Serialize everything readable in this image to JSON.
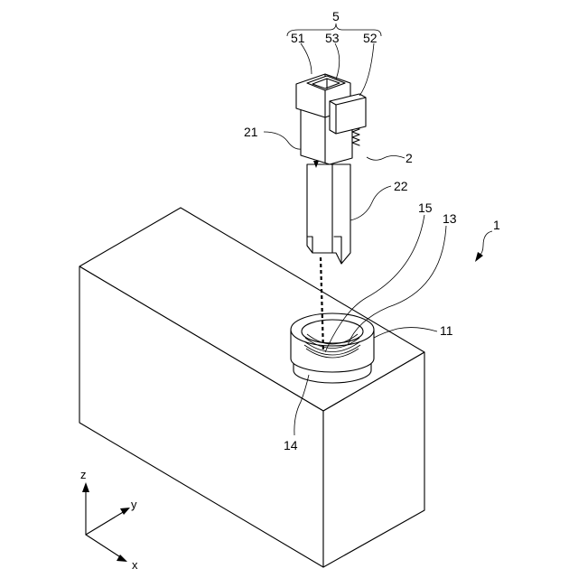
{
  "labels": {
    "ref_5": "5",
    "ref_51": "51",
    "ref_53": "53",
    "ref_52": "52",
    "ref_21": "21",
    "ref_2": "2",
    "ref_22": "22",
    "ref_15": "15",
    "ref_13": "13",
    "ref_1": "1",
    "ref_11": "11",
    "ref_14": "14"
  },
  "axes": {
    "z": "z",
    "y": "y",
    "x": "x"
  }
}
